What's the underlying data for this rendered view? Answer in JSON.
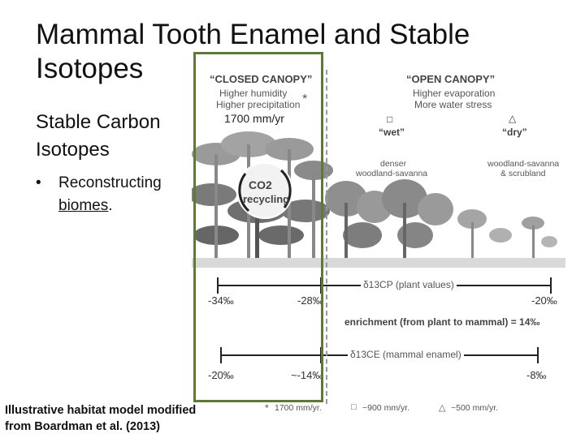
{
  "slide": {
    "title": "Mammal Tooth Enamel and Stable Isotopes",
    "subheading": "Stable Carbon Isotopes",
    "bullet_prefix": "Reconstructing ",
    "bullet_link": "biomes",
    "bullet_suffix": ".",
    "caption_line1": "Illustrative habitat model modified",
    "caption_line2": "from Boardman et al. (2013)",
    "overlay_rainfall": "1700 mm/yr",
    "highlight_color": "#5f7a37"
  },
  "figure": {
    "closed_canopy": {
      "title": "“CLOSED CANOPY”",
      "line1": "Higher humidity",
      "line2": "Higher precipitation",
      "asterisk": "*"
    },
    "open_canopy": {
      "title": "“OPEN CANOPY”",
      "line1": "Higher evaporation",
      "line2": "More water stress"
    },
    "wet_label": "“wet”",
    "dry_label": "“dry”",
    "habitat1_line1": "denser",
    "habitat1_line2": "woodland-savanna",
    "habitat2_line1": "woodland-savanna",
    "habitat2_line2": "& scrubland",
    "co2_label": "CO2",
    "recycling_label": "recycling",
    "plant_axis_label": "δ13CP (plant values)",
    "plant_ticks": [
      "-34‰",
      "-28‰",
      "-20‰"
    ],
    "enrichment_label": "enrichment (from plant to mammal) = 14‰",
    "enamel_axis_label": "δ13CE (mammal enamel)",
    "enamel_ticks": [
      "-20‰",
      "~-14‰",
      "-8‰"
    ],
    "legend": [
      {
        "symbol": "*",
        "label": "1700 mm/yr."
      },
      {
        "symbol": "□",
        "label": "~900 mm/yr."
      },
      {
        "symbol": "△",
        "label": "~500 mm/yr."
      }
    ]
  }
}
